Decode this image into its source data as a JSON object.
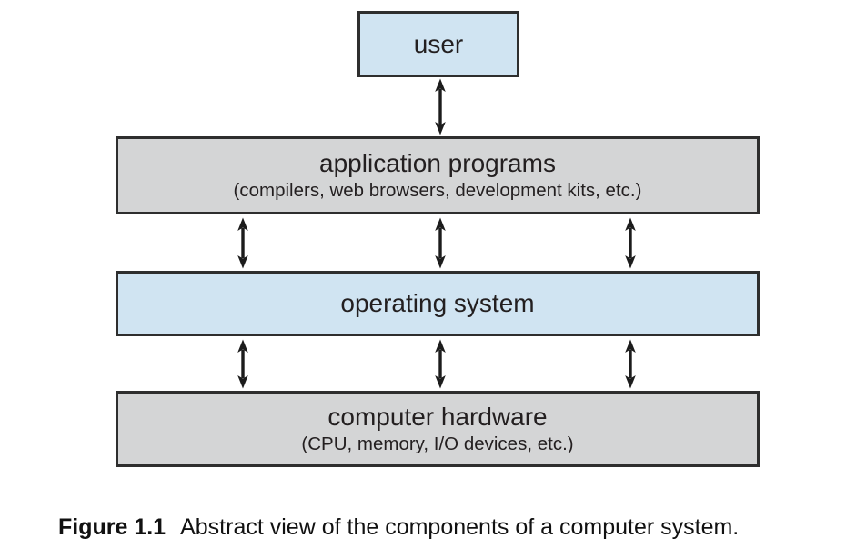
{
  "diagram": {
    "boxes": [
      {
        "id": "user",
        "label": "user",
        "fill": "#d0e4f2"
      },
      {
        "id": "application-programs",
        "label": "application programs",
        "sublabel": "(compilers, web browsers, development kits, etc.)",
        "fill": "#d4d5d6"
      },
      {
        "id": "operating-system",
        "label": "operating system",
        "fill": "#d0e4f2"
      },
      {
        "id": "computer-hardware",
        "label": "computer hardware",
        "sublabel": "(CPU, memory, I/O devices, etc.)",
        "fill": "#d4d5d6"
      }
    ],
    "connectors": {
      "style": "double-headed-vertical-arrow",
      "color": "#1c1c1c",
      "user_to_applications": 1,
      "applications_to_os": 3,
      "os_to_hardware": 3
    },
    "colors": {
      "background": "#ffffff",
      "box_border": "#2e2e2e",
      "blue_fill": "#d0e4f2",
      "gray_fill": "#d4d5d6",
      "text": "#231f20"
    }
  },
  "caption": {
    "label": "Figure 1.1",
    "text": "Abstract view of the components of a computer system."
  }
}
